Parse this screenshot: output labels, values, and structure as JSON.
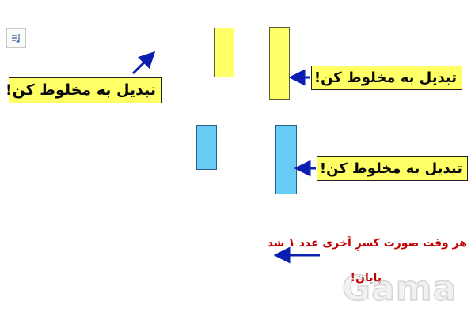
{
  "slide": {
    "labels": {
      "top_left": "تبدیل به مخلوط کن!",
      "top_right": "تبدیل به مخلوط کن!",
      "bottom_right": "تبدیل به مخلوط کن!"
    },
    "final": {
      "line1": "هر وقت صورت کسرِ آخری عدد ۱ شد",
      "line2": "پایان!"
    },
    "watermark": "Gama",
    "colors": {
      "yellow": "#ffff66",
      "blue": "#66ccf5",
      "arrow": "#0a1fb0",
      "final_text": "#c00000"
    },
    "icons": {
      "audio": "audio-sound-icon"
    }
  }
}
